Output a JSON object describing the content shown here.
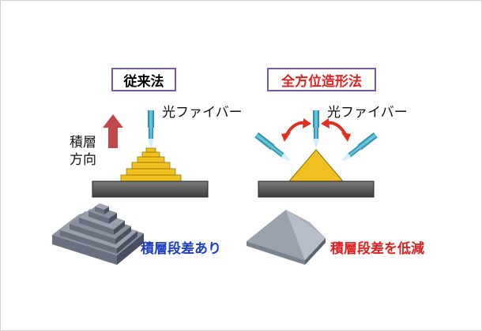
{
  "diagram": {
    "left": {
      "method_label": "従来法",
      "fiber_label": "光ファイバー",
      "direction_label_line1": "積層",
      "direction_label_line2": "方向",
      "result_label": "積層段差あり"
    },
    "right": {
      "method_label": "全方位造形法",
      "fiber_label": "光ファイバー",
      "result_label": "積層段差を低減"
    },
    "colors": {
      "method_left_text": "#000000",
      "method_right_text": "#e02020",
      "result_left_text": "#1a3fc0",
      "result_right_text": "#e02020",
      "fiber": "#2f9fc0",
      "build": "#f0c020",
      "stage": "#606060",
      "arrow_up": "#c04040",
      "rotate_arrow": "#e03020"
    }
  }
}
